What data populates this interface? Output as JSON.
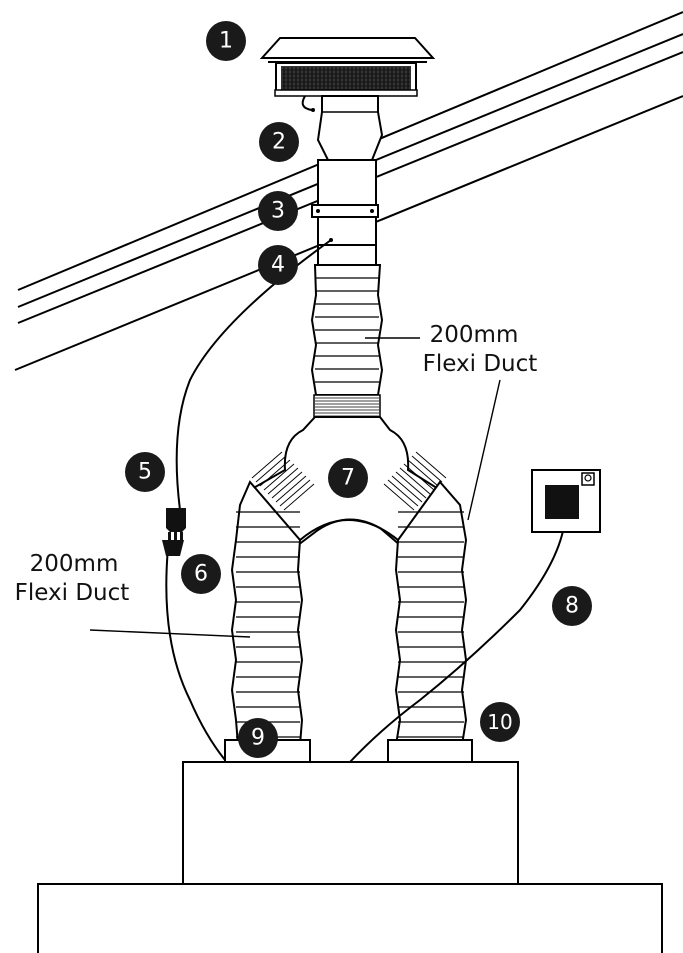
{
  "callouts": {
    "upper_duct": [
      "200mm",
      "Flexi Duct"
    ],
    "left_duct": [
      "200mm",
      "Flexi Duct"
    ]
  },
  "badges": [
    "1",
    "2",
    "3",
    "4",
    "5",
    "6",
    "7",
    "8",
    "9",
    "10"
  ],
  "colors": {
    "ink": "#000000",
    "badge": "#1a1a1a",
    "paper": "#ffffff"
  }
}
